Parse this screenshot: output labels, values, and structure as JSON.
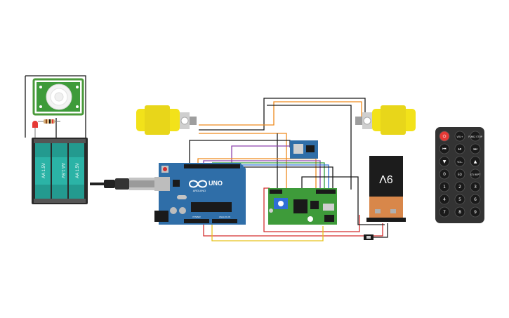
{
  "battery_pack": {
    "cell_labels": [
      "AA 1.5V",
      "AA 1.5V",
      "AA 1.5V"
    ]
  },
  "arduino": {
    "brand_label": "UNO",
    "subtitle_label": "ARDUINO",
    "power_header_label": "POWER",
    "analog_header_label": "ANALOG IN"
  },
  "battery_9v": {
    "label": "9V"
  },
  "remote": {
    "buttons": [
      {
        "label": "⏻",
        "color": "#e53935"
      },
      {
        "label": "VOL+"
      },
      {
        "label": "FUNC/ STOP"
      },
      {
        "label": "⏮"
      },
      {
        "label": "⏯"
      },
      {
        "label": "⏭"
      },
      {
        "label": "▼"
      },
      {
        "label": "VOL-"
      },
      {
        "label": "▲"
      },
      {
        "label": "0"
      },
      {
        "label": "EQ"
      },
      {
        "label": "ST/ REPT"
      },
      {
        "label": "1"
      },
      {
        "label": "2"
      },
      {
        "label": "3"
      },
      {
        "label": "4"
      },
      {
        "label": "5"
      },
      {
        "label": "6"
      },
      {
        "label": "7"
      },
      {
        "label": "8"
      },
      {
        "label": "9"
      }
    ]
  },
  "colors": {
    "wire_black": "#1a1a1a",
    "wire_red": "#d32f2f",
    "wire_orange": "#ef8a1d",
    "wire_yellow": "#e8c21a",
    "wire_purple": "#8e44ad",
    "wire_blue": "#2f6fd6",
    "wire_green": "#2e9d3f",
    "arduino_board": "#2f6ea8",
    "motor_driver_board": "#3e9b3a",
    "motor_yellow": "#f2e21a",
    "battery_teal": "#2bb3a6"
  }
}
